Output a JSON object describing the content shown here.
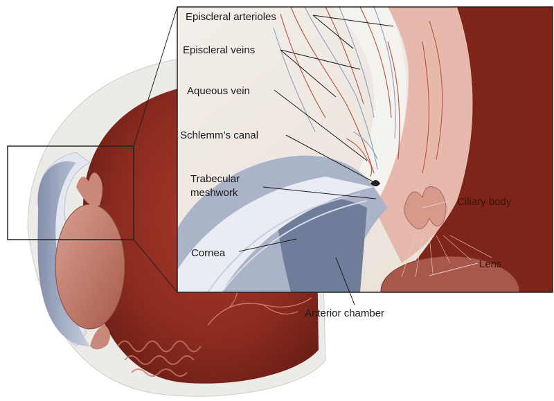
{
  "labels": {
    "episcleral_arterioles": "Episcleral arterioles",
    "episcleral_veins": "Episcleral veins",
    "aqueous_vein": "Aqueous vein",
    "schlemms_canal": "Schlemm’s canal",
    "trabecular_line1": "Trabecular",
    "trabecular_line2": "meshwork",
    "cornea": "Cornea",
    "ciliary_body": "Ciliary body",
    "lens": "Lens",
    "anterior_chamber": "Anterior chamber"
  },
  "colors": {
    "sclera": "#eceae6",
    "choroid": "#8a2a1f",
    "retina_light": "#c9705a",
    "iris": "#9aa6c0",
    "lens": "#c98877",
    "vessel_artery": "#b85a4a",
    "vessel_vein": "#8fa4c4"
  }
}
